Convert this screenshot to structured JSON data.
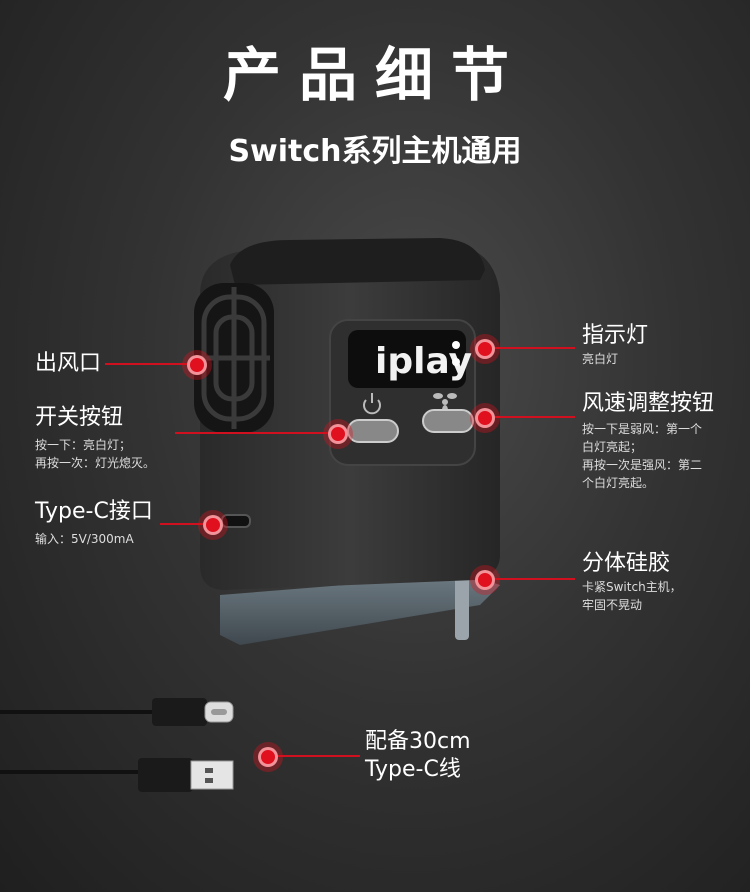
{
  "header": {
    "title": "产品细节",
    "subtitle": "Switch系列主机通用"
  },
  "device": {
    "logo_text": "iplay",
    "power_icon": "power-icon",
    "fan_icon": "fan-icon"
  },
  "labels": {
    "vent": {
      "title": "出风口"
    },
    "indicator": {
      "title": "指示灯",
      "desc": "亮白灯"
    },
    "power_button": {
      "title": "开关按钮",
      "desc_1": "按一下：亮白灯；",
      "desc_2": "再按一次：灯光熄灭。"
    },
    "speed_button": {
      "title": "风速调整按钮",
      "desc_1": "按一下是弱风：第一个",
      "desc_2": "白灯亮起；",
      "desc_3": "再按一次是强风：第二",
      "desc_4": "个白灯亮起。"
    },
    "typec": {
      "title": "Type-C接口",
      "desc": "输入：5V/300mA"
    },
    "silicone": {
      "title": "分体硅胶",
      "desc_1": "卡紧Switch主机，",
      "desc_2": "牢固不晃动"
    },
    "cable": {
      "title_1": "配备30cm",
      "title_2": "Type-C线"
    }
  }
}
